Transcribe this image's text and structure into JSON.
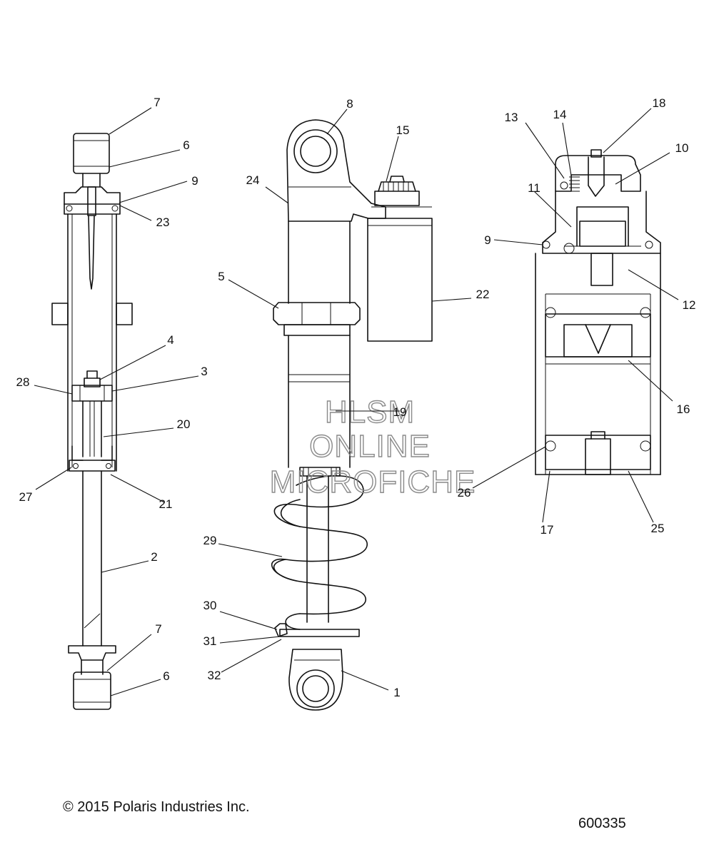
{
  "figure": {
    "watermark": [
      "HLSM",
      "ONLINE",
      "MICROFICHE"
    ],
    "copyright": "© 2015 Polaris Industries Inc.",
    "figure_number": "600335"
  },
  "callouts": [
    {
      "id": "c1",
      "text": "1"
    },
    {
      "id": "c2",
      "text": "2"
    },
    {
      "id": "c3",
      "text": "3"
    },
    {
      "id": "c4",
      "text": "4"
    },
    {
      "id": "c5",
      "text": "5"
    },
    {
      "id": "c6a",
      "text": "6"
    },
    {
      "id": "c6b",
      "text": "6"
    },
    {
      "id": "c7a",
      "text": "7"
    },
    {
      "id": "c7b",
      "text": "7"
    },
    {
      "id": "c8",
      "text": "8"
    },
    {
      "id": "c9a",
      "text": "9"
    },
    {
      "id": "c9b",
      "text": "9"
    },
    {
      "id": "c10",
      "text": "10"
    },
    {
      "id": "c11",
      "text": "11"
    },
    {
      "id": "c12",
      "text": "12"
    },
    {
      "id": "c13",
      "text": "13"
    },
    {
      "id": "c14",
      "text": "14"
    },
    {
      "id": "c15",
      "text": "15"
    },
    {
      "id": "c16",
      "text": "16"
    },
    {
      "id": "c17",
      "text": "17"
    },
    {
      "id": "c18",
      "text": "18"
    },
    {
      "id": "c19",
      "text": "19"
    },
    {
      "id": "c20",
      "text": "20"
    },
    {
      "id": "c21",
      "text": "21"
    },
    {
      "id": "c22",
      "text": "22"
    },
    {
      "id": "c23",
      "text": "23"
    },
    {
      "id": "c24",
      "text": "24"
    },
    {
      "id": "c25",
      "text": "25"
    },
    {
      "id": "c26",
      "text": "26"
    },
    {
      "id": "c27",
      "text": "27"
    },
    {
      "id": "c28",
      "text": "28"
    },
    {
      "id": "c29",
      "text": "29"
    },
    {
      "id": "c30",
      "text": "30"
    },
    {
      "id": "c31",
      "text": "31"
    },
    {
      "id": "c32",
      "text": "32"
    }
  ]
}
